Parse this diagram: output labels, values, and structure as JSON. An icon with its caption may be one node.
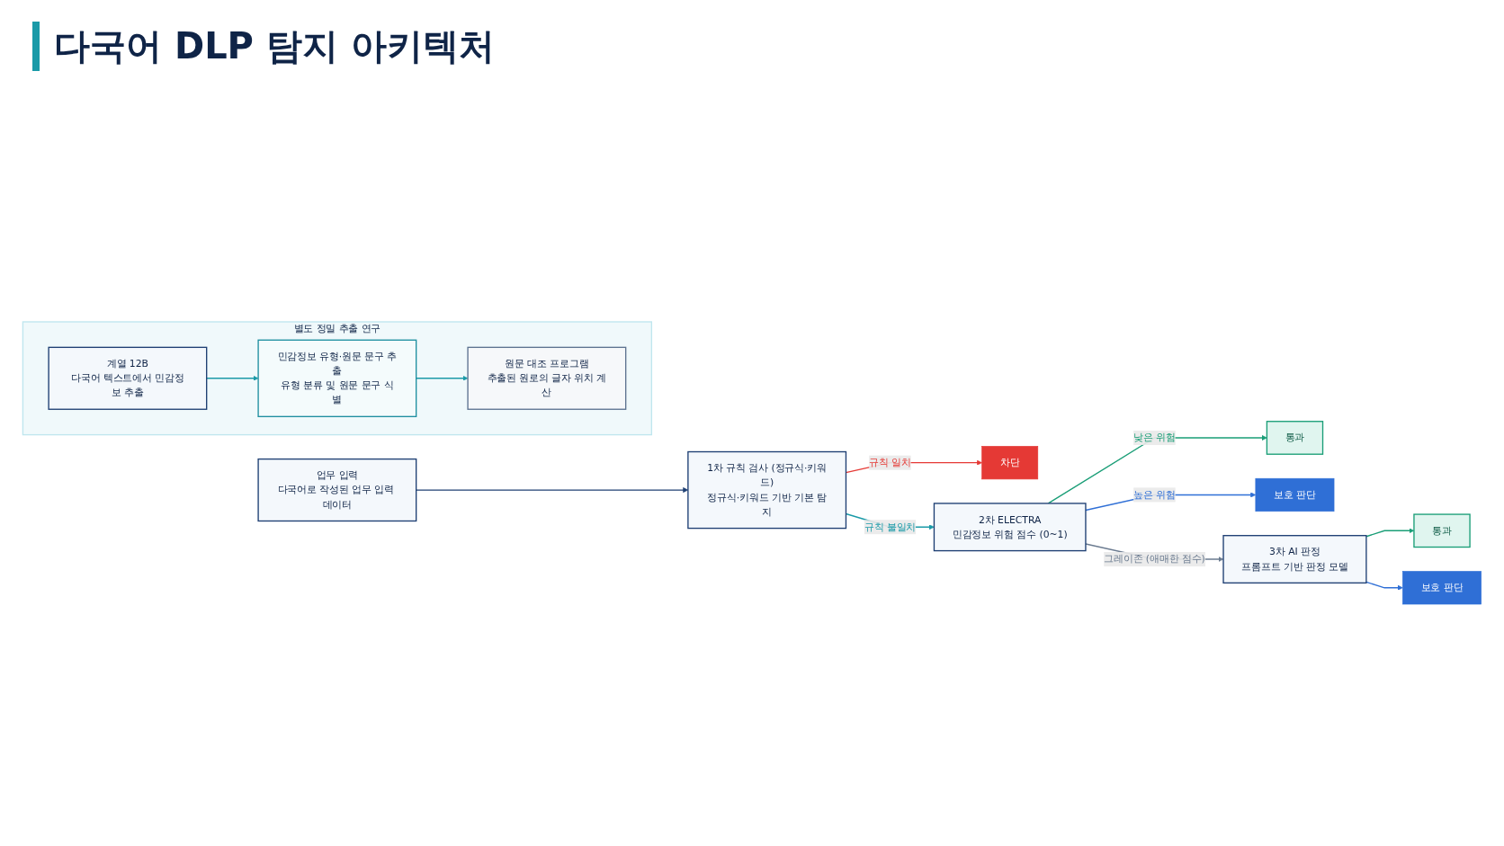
{
  "diagram": {
    "title": "다국어 DLP 탐지 아키텍처",
    "nodes": [
      {
        "text": [
          "업무 입력",
          "다국어로 작성된 업무 입력 데이터"
        ]
      },
      {
        "text": [
          "1차 규칙 검사 (정규식·키워드)",
          "정규식·키워드 기반 기본 탐지"
        ]
      },
      {
        "text": [
          "차단"
        ]
      },
      {
        "text": [
          "2차 ELECTRA",
          "민감정보 위험 점수 (0~1)"
        ]
      },
      {
        "text": [
          "통과"
        ]
      },
      {
        "text": [
          "보호 판단"
        ]
      },
      {
        "text": [
          "3차 AI 판정",
          "프롬프트 기반 판정 모델"
        ]
      },
      {
        "text": [
          "통과"
        ]
      },
      {
        "text": [
          "보호 판단"
        ]
      },
      {
        "text": [
          "별도 정밀 추출 연구"
        ]
      },
      {
        "text": [
          "계열 12B",
          "다국어 텍스트에서 민감정보 추출"
        ],
        "in": 9
      },
      {
        "text": [
          "민감정보 유형·원문 문구 추출",
          "유형 분류 및 원문 문구 식별"
        ],
        "in": 9
      },
      {
        "text": [
          "원문 대조 프로그램",
          "추출된 원로의 글자 위치 계산"
        ],
        "in": 9
      }
    ],
    "edges": [
      {
        "from": 0,
        "to": 1,
        "arrow": "to",
        "color": "#1e3f73"
      },
      {
        "from": 1,
        "to": 2,
        "label": "규칙 일치",
        "arrow": "to",
        "color": "#e53935"
      },
      {
        "from": 1,
        "to": 3,
        "label": "규칙 불일치",
        "arrow": "to"
      },
      {
        "from": 3,
        "to": 4,
        "label": "낮은 위험",
        "arrow": "to",
        "color": "#1a9e77"
      },
      {
        "from": 3,
        "to": 5,
        "label": "높은 위험",
        "arrow": "to",
        "color": "#2f6fd6"
      },
      {
        "from": 3,
        "to": 6,
        "label": "그레이존 (애매한 점수)",
        "arrow": "to",
        "color": "#6b7b90"
      },
      {
        "from": 6,
        "to": 7,
        "arrow": "to",
        "color": "#1a9e77"
      },
      {
        "from": 6,
        "to": 8,
        "arrow": "to",
        "color": "#2f6fd6"
      },
      {
        "from": 10,
        "to": 11,
        "arrow": "to"
      },
      {
        "from": 11,
        "to": 12,
        "arrow": "to"
      }
    ]
  }
}
